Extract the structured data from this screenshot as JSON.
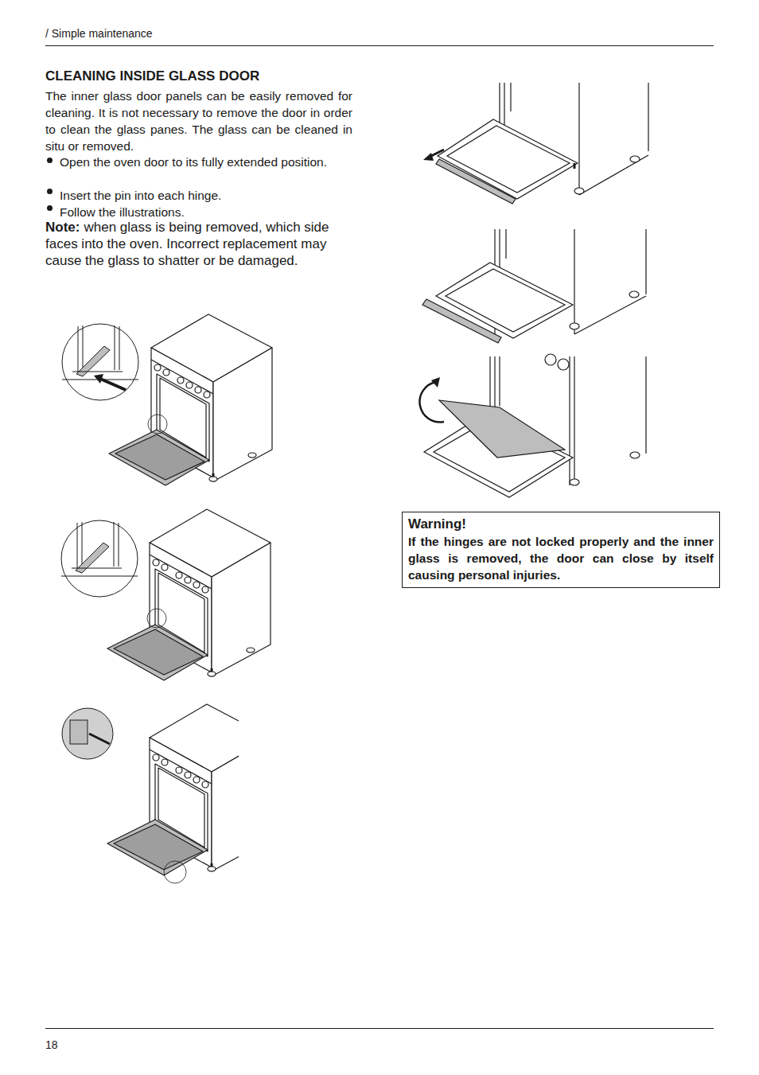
{
  "diagram": {
    "title": "CLEANING INSIDE GLASS DOOR",
    "nodes": [
      {
        "text": [
          "Warning!",
          "If the hinges are not locked properly and the inner glass is removed, the door can close by itself causing personal injuries."
        ]
      }
    ],
    "labels": [
      "/ Simple maintenance",
      "The inner glass door panels can be easily removed for cleaning. It is not necessary to remove the door in order to clean the glass panes. The glass can be cleaned in situ or removed.",
      "Open the oven door to its fully extended position.",
      "Insert the pin into each hinge.",
      "Follow the illustrations.",
      "Note:",
      "when glass is being removed, which side faces into the oven. Incorrect replacement may cause the glass to shatter or be damaged.",
      "18"
    ]
  }
}
